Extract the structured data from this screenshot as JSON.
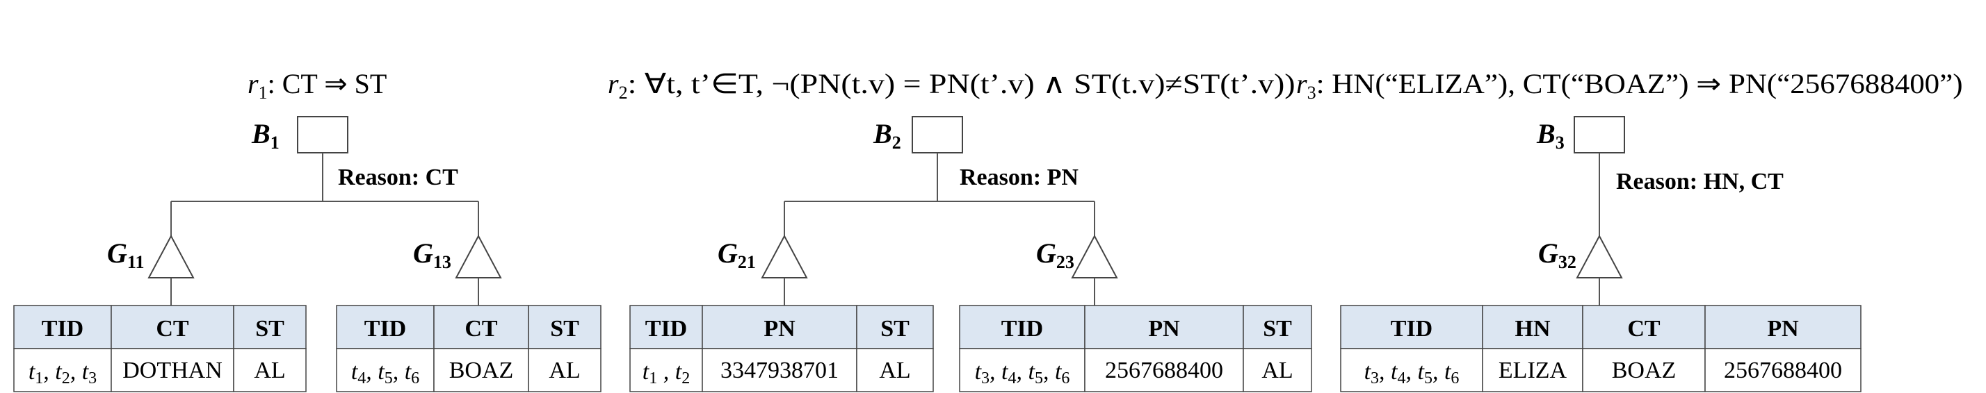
{
  "rules": [
    {
      "id": "r1",
      "prefix": "r",
      "sub": "1",
      "text": ":  CT ⇒ ST"
    },
    {
      "id": "r2",
      "prefix": "r",
      "sub": "2",
      "text": ":  ∀t, t’∈T, ¬(PN(t.v) = PN(t’.v) ∧ ST(t.v)≠ST(t’.v))"
    },
    {
      "id": "r3",
      "prefix": "r",
      "sub": "3",
      "text": ":  HN(“ELIZA”), CT(“BOAZ”) ⇒ PN(“2567688400”)"
    }
  ],
  "blocks": [
    {
      "id": "B1",
      "name": "B",
      "sub": "1",
      "reason": "Reason: CT"
    },
    {
      "id": "B2",
      "name": "B",
      "sub": "2",
      "reason": "Reason: PN"
    },
    {
      "id": "B3",
      "name": "B",
      "sub": "3",
      "reason": "Reason: HN, CT"
    }
  ],
  "groups": [
    {
      "id": "G11",
      "name": "G",
      "sub": "11"
    },
    {
      "id": "G13",
      "name": "G",
      "sub": "13"
    },
    {
      "id": "G21",
      "name": "G",
      "sub": "21"
    },
    {
      "id": "G23",
      "name": "G",
      "sub": "23"
    },
    {
      "id": "G32",
      "name": "G",
      "sub": "32"
    }
  ],
  "tables": [
    {
      "group": "G11",
      "headers": [
        "TID",
        "CT",
        "ST"
      ],
      "tids": [
        "1",
        "2",
        "3"
      ],
      "values": [
        "DOTHAN",
        "AL"
      ]
    },
    {
      "group": "G13",
      "headers": [
        "TID",
        "CT",
        "ST"
      ],
      "tids": [
        "4",
        "5",
        "6"
      ],
      "values": [
        "BOAZ",
        "AL"
      ]
    },
    {
      "group": "G21",
      "headers": [
        "TID",
        "PN",
        "ST"
      ],
      "tids": [
        "1",
        "2"
      ],
      "values": [
        "3347938701",
        "AL"
      ]
    },
    {
      "group": "G23",
      "headers": [
        "TID",
        "PN",
        "ST"
      ],
      "tids": [
        "3",
        "4",
        "5",
        "6"
      ],
      "values": [
        "2567688400",
        "AL"
      ]
    },
    {
      "group": "G32",
      "headers": [
        "TID",
        "HN",
        "CT",
        "PN"
      ],
      "tids": [
        "3",
        "4",
        "5",
        "6"
      ],
      "values": [
        "ELIZA",
        "BOAZ",
        "2567688400"
      ]
    }
  ]
}
